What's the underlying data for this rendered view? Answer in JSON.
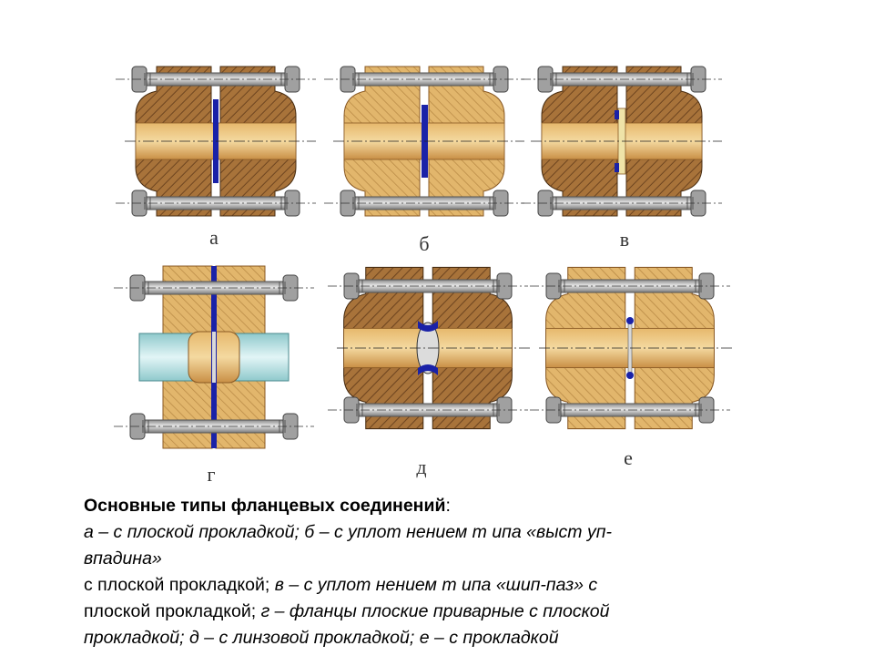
{
  "labels": {
    "a": "а",
    "b": "б",
    "v": "в",
    "g": "г",
    "d": "д",
    "e": "е"
  },
  "caption": {
    "title": "Основные типы фланцевых соединений",
    "colon": ":",
    "line1": "а – с плоской прокладкой; б – с уплот нением т ипа «выст уп-",
    "line2": "впадина»",
    "line3a": "с плоской прокладкой; ",
    "line3b": "в – с уплот нением т ипа «шип-паз» с",
    "line4a": "плоской прокладкой; ",
    "line4b": "г – фланцы плоские приварные с плоской",
    "line5": "прокладкой; д – с линзовой прокладкой; е – с прокладкой"
  },
  "colors": {
    "flange_brown": "#a8733a",
    "flange_light": "#e0b46a",
    "pipe_tan": "#d9a65c",
    "bolt_gray": "#b4b4b4",
    "gasket_blue": "#1a22a8",
    "pipe_cyan": "#bfe4e6"
  }
}
